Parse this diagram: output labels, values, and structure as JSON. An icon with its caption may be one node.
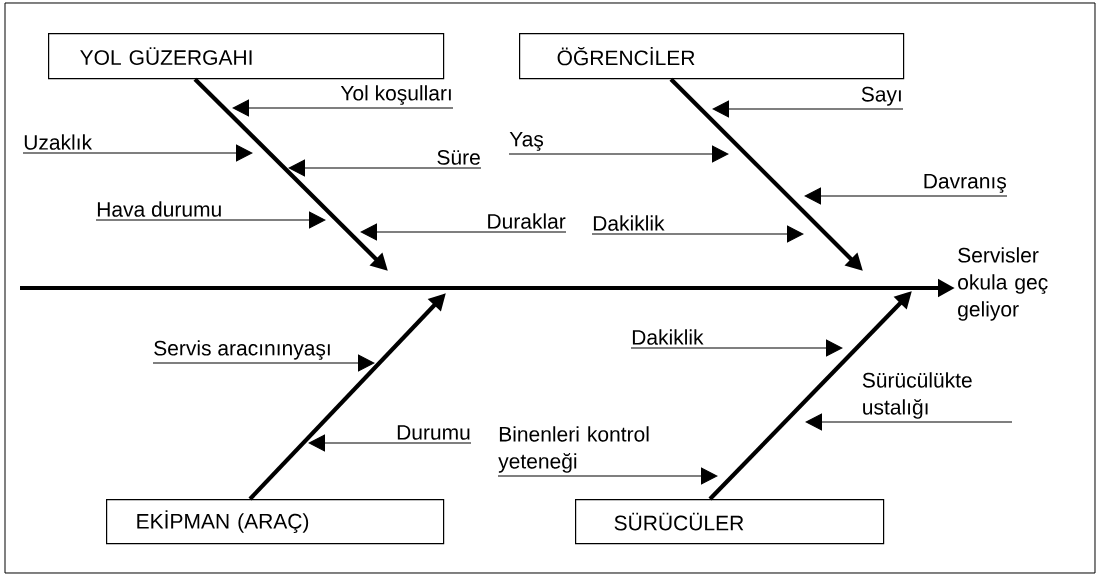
{
  "diagram": {
    "nodes": [
      {
        "text": [
          "YOL GÜZERGAHI"
        ]
      },
      {
        "text": [
          "ÖĞRENCİLER"
        ]
      },
      {
        "text": [
          "EKİPMAN (ARAÇ)"
        ]
      },
      {
        "text": [
          "SÜRÜCÜLER"
        ]
      },
      {
        "text": [
          "Servisler okula geç geliyor"
        ]
      },
      {
        "text": [
          "Yol koşulları"
        ]
      },
      {
        "text": [
          "Uzaklık"
        ]
      },
      {
        "text": [
          "Süre"
        ]
      },
      {
        "text": [
          "Hava durumu"
        ]
      },
      {
        "text": [
          "Duraklar"
        ]
      },
      {
        "text": [
          "Sayı"
        ]
      },
      {
        "text": [
          "Yaş"
        ]
      },
      {
        "text": [
          "Davranış"
        ]
      },
      {
        "text": [
          "Dakiklik"
        ]
      },
      {
        "text": [
          "Servis aracınınyaşı"
        ]
      },
      {
        "text": [
          "Durumu"
        ]
      },
      {
        "text": [
          "Dakiklik"
        ]
      },
      {
        "text": [
          "Binenleri kontrol yeteneği"
        ]
      },
      {
        "text": [
          "Sürücülükte ustalığı"
        ]
      }
    ],
    "edges": [
      {
        "from": null,
        "to": 4,
        "arrow": "to",
        "style": "thick"
      },
      {
        "from": 0,
        "to": null,
        "arrow": "to",
        "style": "thick"
      },
      {
        "from": 1,
        "to": null,
        "arrow": "to",
        "style": "thick"
      },
      {
        "from": 2,
        "to": null,
        "arrow": "to",
        "style": "thick"
      },
      {
        "from": 3,
        "to": null,
        "arrow": "to",
        "style": "thick"
      },
      {
        "from": 5,
        "to": null,
        "arrow": "to"
      },
      {
        "from": 6,
        "to": null,
        "arrow": "to"
      },
      {
        "from": 7,
        "to": null,
        "arrow": "to"
      },
      {
        "from": 8,
        "to": null,
        "arrow": "to"
      },
      {
        "from": 9,
        "to": null,
        "arrow": "to"
      },
      {
        "from": 10,
        "to": null,
        "arrow": "to"
      },
      {
        "from": 11,
        "to": null,
        "arrow": "to"
      },
      {
        "from": 12,
        "to": null,
        "arrow": "to"
      },
      {
        "from": 13,
        "to": null,
        "arrow": "to"
      },
      {
        "from": 14,
        "to": null,
        "arrow": "to"
      },
      {
        "from": 15,
        "to": null,
        "arrow": "to"
      },
      {
        "from": 16,
        "to": null,
        "arrow": "to"
      },
      {
        "from": 17,
        "to": null,
        "arrow": "to"
      },
      {
        "from": 18,
        "to": null,
        "arrow": "to"
      }
    ]
  }
}
